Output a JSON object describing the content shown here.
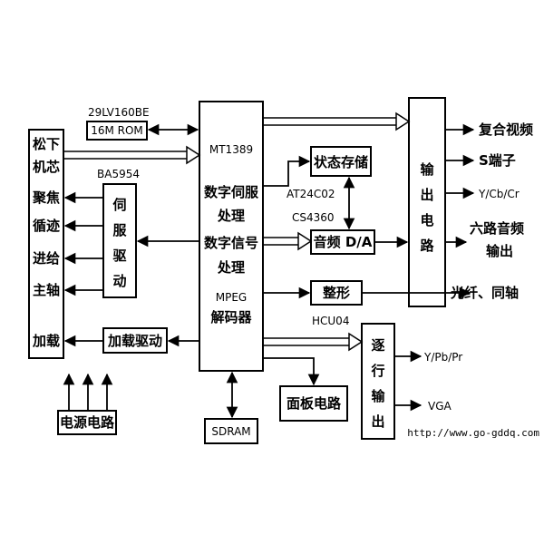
{
  "labels": {
    "rom_chip": "29LV160BE",
    "rom": "16M ROM",
    "mech": [
      "松下",
      "机芯",
      "聚焦",
      "循迹",
      "进给",
      "主轴",
      "加载"
    ],
    "ba_chip": "BA5954",
    "servo_driver": [
      "伺",
      "服",
      "驱",
      "动"
    ],
    "load_driver": "加载驱动",
    "power": "电源电路",
    "mt_title": "MT1389",
    "mt_lines": [
      "数字伺服",
      "处理",
      "数字信号",
      "处理",
      "MPEG",
      "解码器"
    ],
    "sdram": "SDRAM",
    "state_storage": "状态存储",
    "at_chip": "AT24C02",
    "cs_chip": "CS4360",
    "audio_da": "音频 D/A",
    "shaper": "整形",
    "hcu_chip": "HCU04",
    "panel": "面板电路",
    "output_circuit": [
      "输",
      "出",
      "电",
      "路"
    ],
    "progressive_output": [
      "逐",
      "行",
      "输",
      "出"
    ],
    "out_composite": "复合视频",
    "out_s": "S端子",
    "out_ycbcr": "Y/Cb/Cr",
    "out_audio": [
      "六路音频",
      "输出"
    ],
    "out_optical": "光纤、同轴",
    "out_ypbpr": "Y/Pb/Pr",
    "out_vga": "VGA",
    "watermark": "http://www.go-gddq.com"
  }
}
